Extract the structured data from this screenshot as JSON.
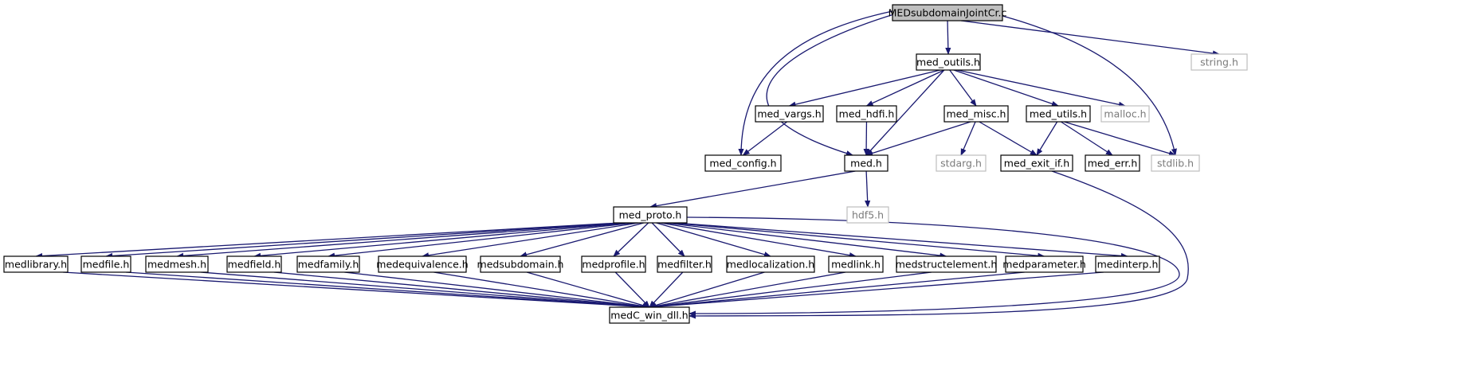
{
  "diagram": {
    "colors": {
      "edge": "#191970",
      "node_border": "#000000",
      "root_fill": "#bfbfbf",
      "external_border": "#bfbfbf",
      "external_text": "#7a7a7a"
    },
    "nodes": [
      {
        "id": "root",
        "label": "MEDsubdomainJointCr.c",
        "kind": "root"
      },
      {
        "id": "med_outils",
        "label": "med_outils.h",
        "kind": "file"
      },
      {
        "id": "string",
        "label": "string.h",
        "kind": "external"
      },
      {
        "id": "med_vargs",
        "label": "med_vargs.h",
        "kind": "file"
      },
      {
        "id": "med_hdfi",
        "label": "med_hdfi.h",
        "kind": "file"
      },
      {
        "id": "med_misc",
        "label": "med_misc.h",
        "kind": "file"
      },
      {
        "id": "med_utils",
        "label": "med_utils.h",
        "kind": "file"
      },
      {
        "id": "malloc",
        "label": "malloc.h",
        "kind": "external"
      },
      {
        "id": "med_config",
        "label": "med_config.h",
        "kind": "file"
      },
      {
        "id": "med",
        "label": "med.h",
        "kind": "file"
      },
      {
        "id": "stdarg",
        "label": "stdarg.h",
        "kind": "external"
      },
      {
        "id": "med_exit_if",
        "label": "med_exit_if.h",
        "kind": "file"
      },
      {
        "id": "med_err",
        "label": "med_err.h",
        "kind": "file"
      },
      {
        "id": "stdlib",
        "label": "stdlib.h",
        "kind": "external"
      },
      {
        "id": "hdf5",
        "label": "hdf5.h",
        "kind": "external"
      },
      {
        "id": "med_proto",
        "label": "med_proto.h",
        "kind": "file"
      },
      {
        "id": "medlibrary",
        "label": "medlibrary.h",
        "kind": "file"
      },
      {
        "id": "medfile",
        "label": "medfile.h",
        "kind": "file"
      },
      {
        "id": "medmesh",
        "label": "medmesh.h",
        "kind": "file"
      },
      {
        "id": "medfield",
        "label": "medfield.h",
        "kind": "file"
      },
      {
        "id": "medfamily",
        "label": "medfamily.h",
        "kind": "file"
      },
      {
        "id": "medequivalence",
        "label": "medequivalence.h",
        "kind": "file"
      },
      {
        "id": "medsubdomain",
        "label": "medsubdomain.h",
        "kind": "file"
      },
      {
        "id": "medprofile",
        "label": "medprofile.h",
        "kind": "file"
      },
      {
        "id": "medfilter",
        "label": "medfilter.h",
        "kind": "file"
      },
      {
        "id": "medlocalization",
        "label": "medlocalization.h",
        "kind": "file"
      },
      {
        "id": "medlink",
        "label": "medlink.h",
        "kind": "file"
      },
      {
        "id": "medstructelement",
        "label": "medstructelement.h",
        "kind": "file"
      },
      {
        "id": "medparameter",
        "label": "medparameter.h",
        "kind": "file"
      },
      {
        "id": "medinterp",
        "label": "medinterp.h",
        "kind": "file"
      },
      {
        "id": "medC_win_dll",
        "label": "medC_win_dll.h",
        "kind": "file"
      }
    ],
    "edges": [
      [
        "root",
        "med_outils"
      ],
      [
        "root",
        "string"
      ],
      [
        "root",
        "med_config"
      ],
      [
        "root",
        "med"
      ],
      [
        "root",
        "stdlib"
      ],
      [
        "med_outils",
        "med_vargs"
      ],
      [
        "med_outils",
        "med_hdfi"
      ],
      [
        "med_outils",
        "med"
      ],
      [
        "med_outils",
        "med_misc"
      ],
      [
        "med_outils",
        "med_utils"
      ],
      [
        "med_outils",
        "malloc"
      ],
      [
        "med_vargs",
        "med_config"
      ],
      [
        "med_hdfi",
        "med"
      ],
      [
        "med_misc",
        "med"
      ],
      [
        "med_misc",
        "stdarg"
      ],
      [
        "med_misc",
        "med_exit_if"
      ],
      [
        "med_utils",
        "med_exit_if"
      ],
      [
        "med_utils",
        "med_err"
      ],
      [
        "med_utils",
        "stdlib"
      ],
      [
        "med",
        "med_proto"
      ],
      [
        "med",
        "hdf5"
      ],
      [
        "med_exit_if",
        "medC_win_dll"
      ],
      [
        "med_proto",
        "medlibrary"
      ],
      [
        "med_proto",
        "medfile"
      ],
      [
        "med_proto",
        "medmesh"
      ],
      [
        "med_proto",
        "medfield"
      ],
      [
        "med_proto",
        "medfamily"
      ],
      [
        "med_proto",
        "medequivalence"
      ],
      [
        "med_proto",
        "medsubdomain"
      ],
      [
        "med_proto",
        "medprofile"
      ],
      [
        "med_proto",
        "medfilter"
      ],
      [
        "med_proto",
        "medlocalization"
      ],
      [
        "med_proto",
        "medlink"
      ],
      [
        "med_proto",
        "medstructelement"
      ],
      [
        "med_proto",
        "medparameter"
      ],
      [
        "med_proto",
        "medinterp"
      ],
      [
        "med_proto",
        "medC_win_dll"
      ],
      [
        "medlibrary",
        "medC_win_dll"
      ],
      [
        "medfile",
        "medC_win_dll"
      ],
      [
        "medmesh",
        "medC_win_dll"
      ],
      [
        "medfield",
        "medC_win_dll"
      ],
      [
        "medfamily",
        "medC_win_dll"
      ],
      [
        "medequivalence",
        "medC_win_dll"
      ],
      [
        "medsubdomain",
        "medC_win_dll"
      ],
      [
        "medprofile",
        "medC_win_dll"
      ],
      [
        "medfilter",
        "medC_win_dll"
      ],
      [
        "medlocalization",
        "medC_win_dll"
      ],
      [
        "medlink",
        "medC_win_dll"
      ],
      [
        "medstructelement",
        "medC_win_dll"
      ],
      [
        "medparameter",
        "medC_win_dll"
      ],
      [
        "medinterp",
        "medC_win_dll"
      ]
    ]
  }
}
